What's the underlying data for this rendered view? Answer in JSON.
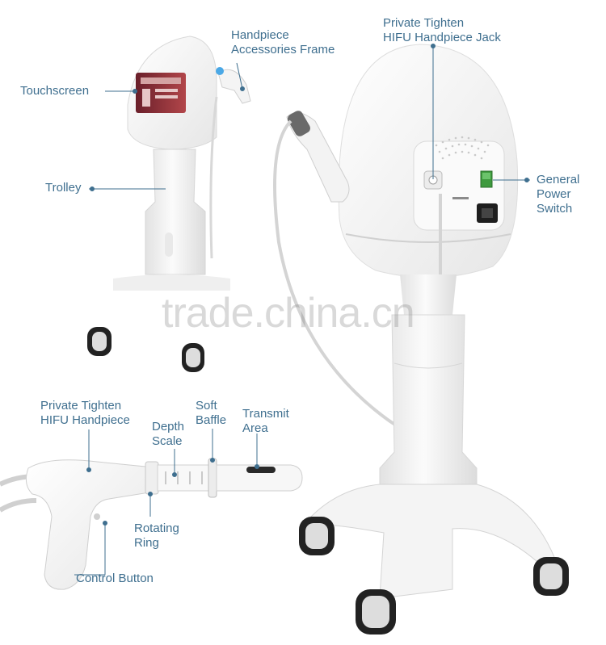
{
  "labels": {
    "touchscreen": "Touchscreen",
    "trolley": "Trolley",
    "accessories_frame": [
      "Handpiece",
      "Accessories Frame"
    ],
    "handpiece_jack": [
      "Private Tighten",
      "HIFU Handpiece Jack"
    ],
    "power_switch": [
      "General",
      "Power",
      "Switch"
    ],
    "handpiece": [
      "Private Tighten",
      "HIFU Handpiece"
    ],
    "depth_scale": [
      "Depth",
      "Scale"
    ],
    "soft_baffle": [
      "Soft",
      "Baffle"
    ],
    "transmit_area": [
      "Transmit",
      "Area"
    ],
    "rotating_ring": [
      "Rotating",
      "Ring"
    ],
    "control_button": "Control Button"
  },
  "watermark": "trade.china.cn",
  "colors": {
    "label_text": "#3f6f8f",
    "leader_dot": "#3f6f8f",
    "device_body": "#f2f2f2",
    "device_shadow": "#d6d6d6",
    "switch_green": "#4caf50",
    "screen": "#8a2a2a"
  }
}
